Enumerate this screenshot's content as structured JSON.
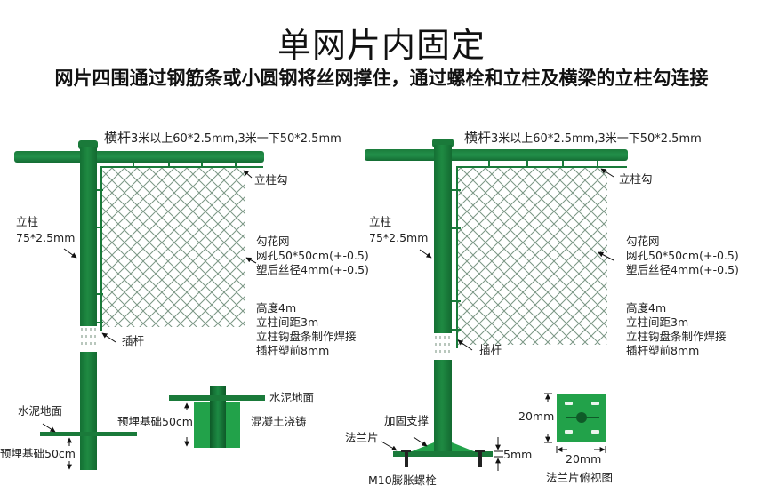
{
  "header": {
    "title": "单网片内固定",
    "subtitle": "网片四围通过钢筋条或小圆钢将丝网撑住，通过螺栓和立柱及横梁的立柱勾连接"
  },
  "colors": {
    "post_green": "#1a7a3a",
    "post_dark": "#0f5a28",
    "concrete_green": "#22a24a",
    "mesh_line": "#6f8f7a",
    "text": "#222222"
  },
  "left_diagram": {
    "crossbar_label_prefix": "横杆",
    "crossbar_label_spec": "3米以上60*2.5mm,3米一下50*2.5mm",
    "hook_label": "立柱勾",
    "post_label": "立柱",
    "post_spec": "75*2.5mm",
    "mesh_specs": [
      "勾花网",
      "网孔50*50cm(+-0.5)",
      "塑后丝径4mm(+-0.5)"
    ],
    "post_specs": [
      "高度4m",
      "立柱间距3m",
      "立柱钩盘条制作焊接",
      "插杆塑前8mm"
    ],
    "insert_rod_label": "插杆",
    "ground_label": "水泥地面",
    "embed_label": "预埋基础50cm",
    "detail": {
      "ground_label": "水泥地面",
      "embed_label": "预埋基础50cm",
      "concrete_label": "混凝土浇铸"
    }
  },
  "right_diagram": {
    "crossbar_label_prefix": "横杆",
    "crossbar_label_spec": "3米以上60*2.5mm,3米一下50*2.5mm",
    "hook_label": "立柱勾",
    "post_label": "立柱",
    "post_spec": "75*2.5mm",
    "mesh_specs": [
      "勾花网",
      "网孔50*50cm(+-0.5)",
      "塑后丝径4mm(+-0.5)"
    ],
    "post_specs": [
      "高度4m",
      "立柱间距3m",
      "立柱钩盘条制作焊接",
      "插杆塑前8mm"
    ],
    "insert_rod_label": "插杆",
    "reinforce_label": "加固支撑",
    "flange_label": "法兰片",
    "thickness_label": "5mm",
    "bolt_label": "M10膨胀螺栓",
    "flange_top_view": {
      "height_label": "20mm",
      "width_label": "20mm",
      "caption": "法兰片俯视图"
    }
  }
}
